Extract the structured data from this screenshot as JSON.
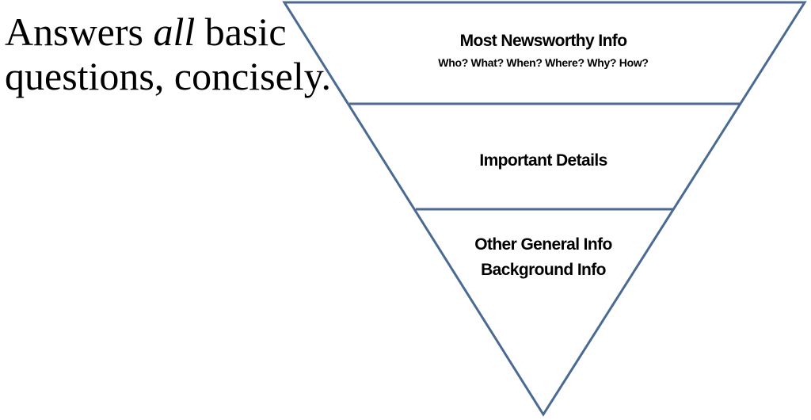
{
  "caption": {
    "before": "Answers ",
    "emphasis": "all",
    "after": " basic",
    "line2": "questions, concisely."
  },
  "pyramid": {
    "stroke_color": "#4a6a94",
    "tiers": [
      {
        "title": "Most Newsworthy Info",
        "subtitle": "Who? What? When? Where? Why? How?"
      },
      {
        "title": "Important Details"
      },
      {
        "title": "Other General Info",
        "subtitle": "Background Info"
      }
    ]
  }
}
